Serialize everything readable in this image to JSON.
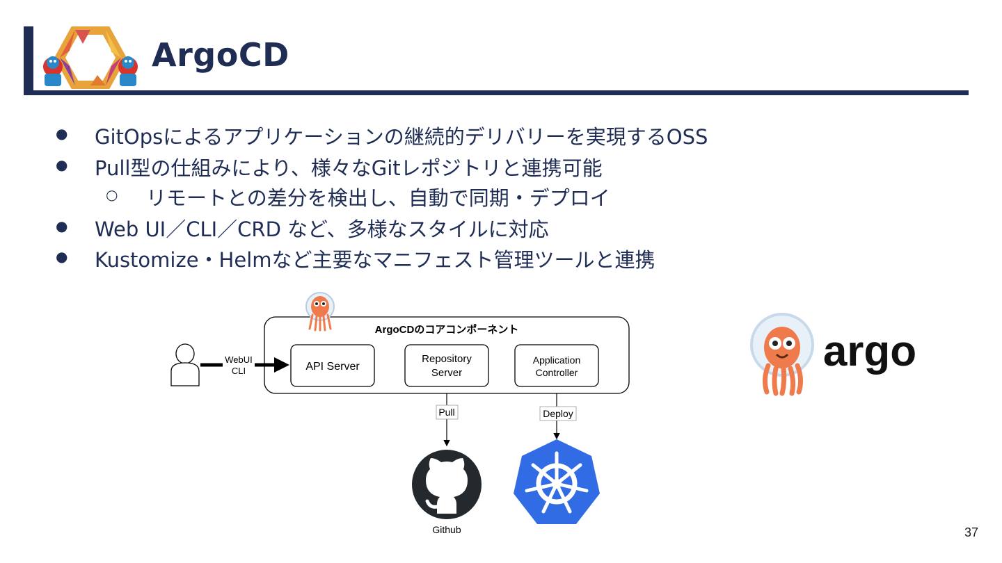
{
  "slide": {
    "title": "ArgoCD",
    "page_number": "37"
  },
  "bullets": [
    {
      "level": 1,
      "marker": "●",
      "text": "GitOpsによるアプリケーションの継続的デリバリーを実現するOSS"
    },
    {
      "level": 1,
      "marker": "●",
      "text": "Pull型の仕組みにより、様々なGitレポジトリと連携可能"
    },
    {
      "level": 2,
      "marker": "○",
      "text": "リモートとの差分を検出し、自動で同期・デプロイ"
    },
    {
      "level": 1,
      "marker": "●",
      "text": "Web UI／CLI／CRD など、多様なスタイルに対応"
    },
    {
      "level": 1,
      "marker": "●",
      "text": "Kustomize・Helmなど主要なマニフェスト管理ツールと連携"
    }
  ],
  "diagram": {
    "container_title": "ArgoCDのコアコンポーネント",
    "user_arrow_label_1": "WebUI",
    "user_arrow_label_2": "CLI",
    "api_server": "API Server",
    "repo_server_1": "Repository",
    "repo_server_2": "Server",
    "app_controller_1": "Application",
    "app_controller_2": "Controller",
    "pull_label": "Pull",
    "deploy_label": "Deploy",
    "github_label": "Github"
  },
  "argo_wordmark": "argo",
  "colors": {
    "navy": "#1f2d55",
    "k8s_blue": "#326ce5",
    "argo_orange": "#ef7b4d",
    "github_dark": "#24292e"
  }
}
